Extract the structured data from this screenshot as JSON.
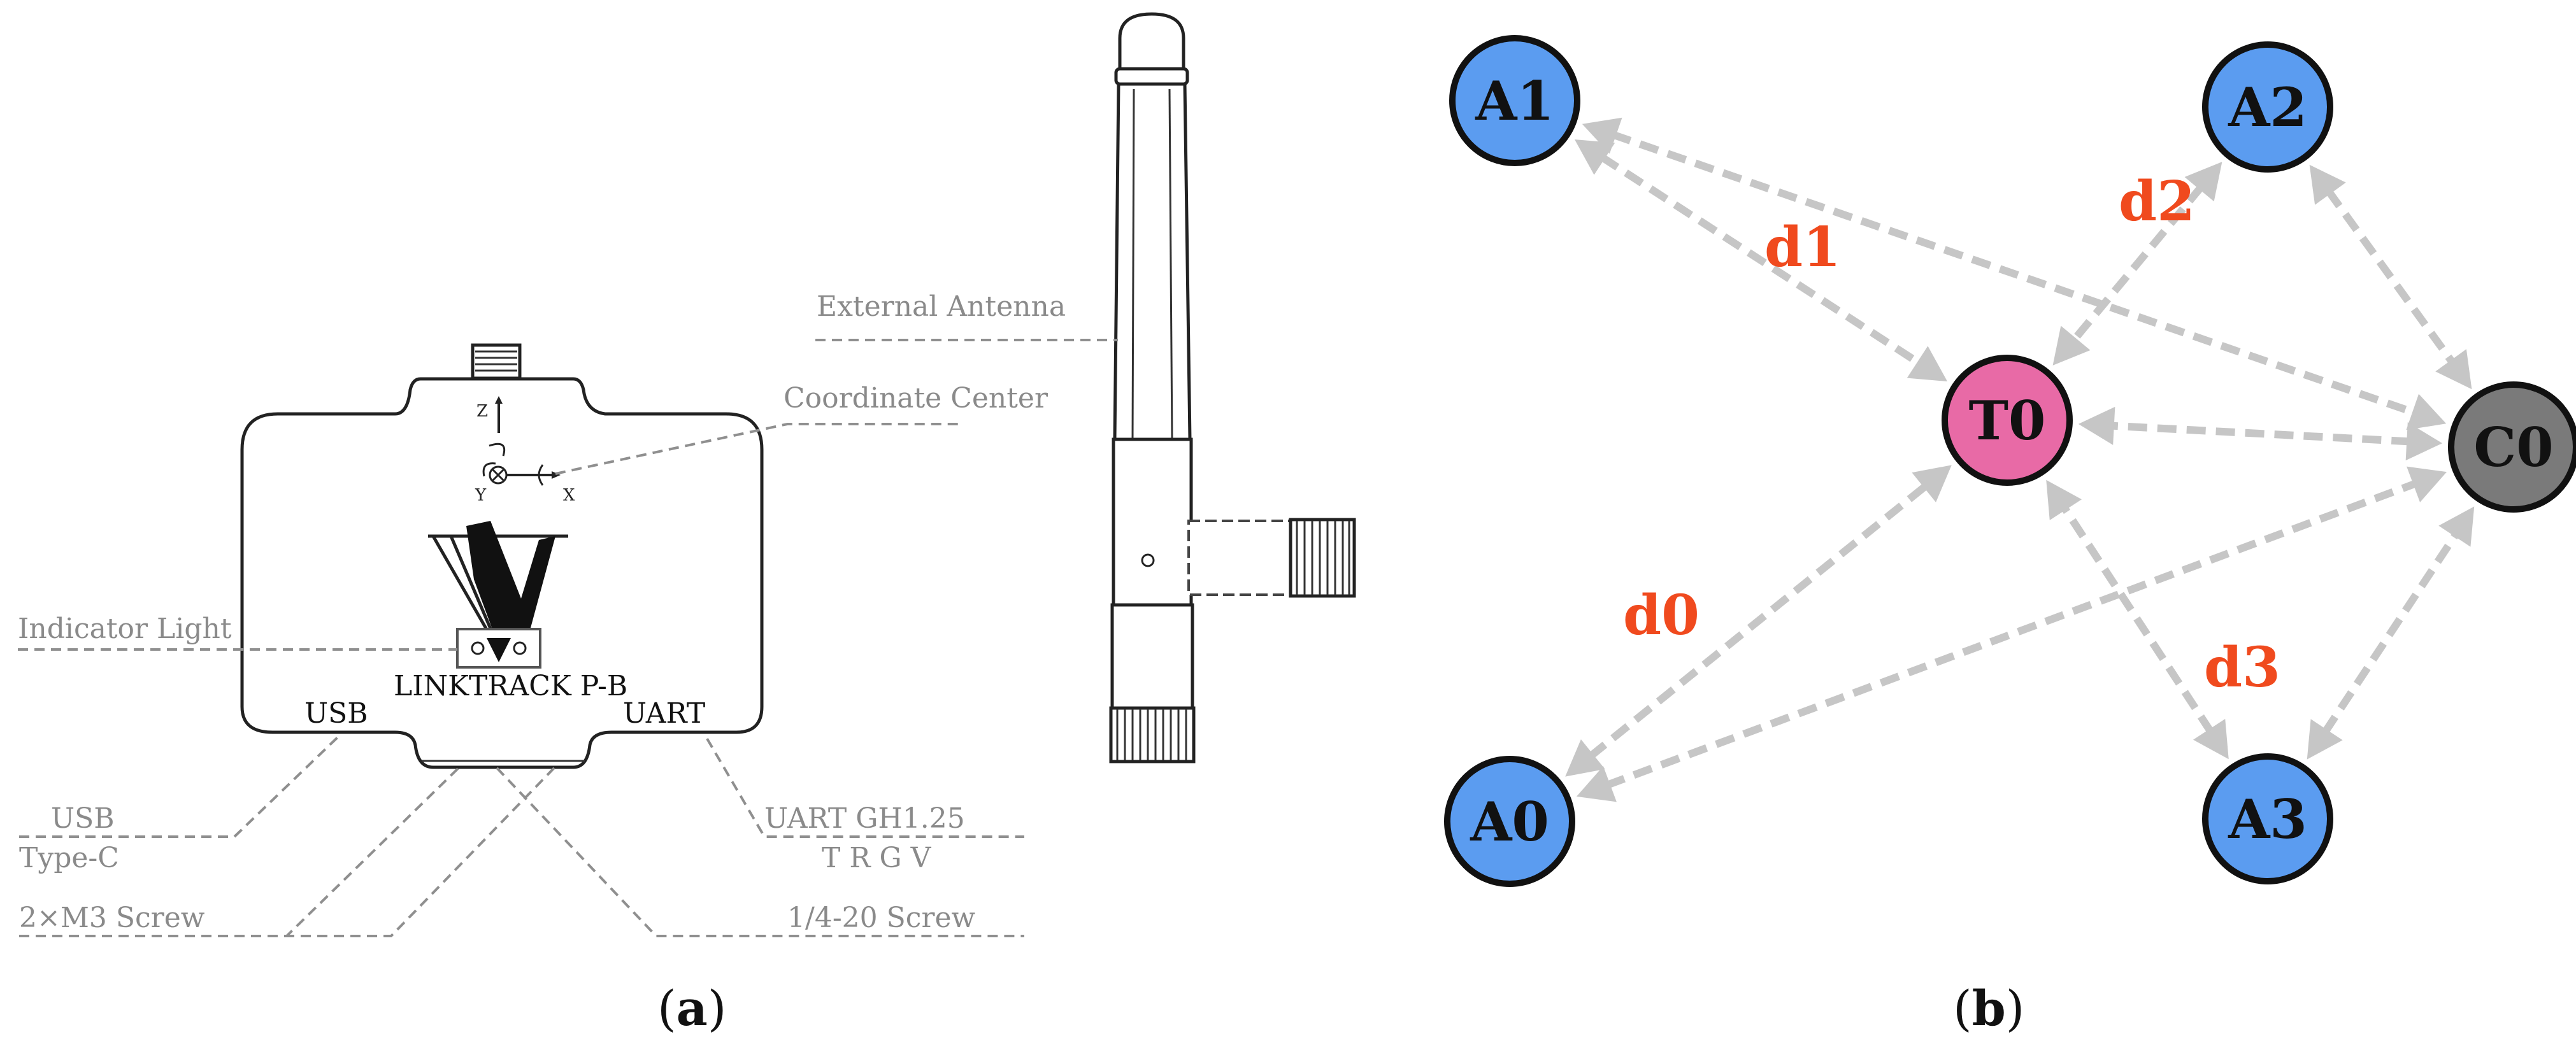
{
  "panel_a": {
    "caption_open": "(",
    "caption_letter": "a",
    "caption_close": ")",
    "device_name": "LINKTRACK P-B",
    "port_usb": "USB",
    "port_uart": "UART",
    "label_external_antenna": "External Antenna",
    "label_coordinate_center": "Coordinate Center",
    "label_indicator_light": "Indicator Light",
    "label_usb": "USB",
    "label_type_c": "Type-C",
    "label_m3_screw": "2×M3  Screw",
    "label_uart_gh": "UART  GH1.25",
    "label_trgv": "T R G V",
    "label_quarter_screw": "1/4-20 Screw",
    "axis_z": "Z",
    "axis_y": "Y",
    "axis_x": "X"
  },
  "panel_b": {
    "caption_open": "(",
    "caption_letter": "b",
    "caption_close": ")",
    "nodes": [
      {
        "id": "A1",
        "label": "A1",
        "color": "#5b9cf0"
      },
      {
        "id": "A2",
        "label": "A2",
        "color": "#5b9cf0"
      },
      {
        "id": "T0",
        "label": "T0",
        "color": "#e86aa6"
      },
      {
        "id": "C0",
        "label": "C0",
        "color": "#7a7a7a"
      },
      {
        "id": "A0",
        "label": "A0",
        "color": "#5b9cf0"
      },
      {
        "id": "A3",
        "label": "A3",
        "color": "#5b9cf0"
      }
    ],
    "edges": [
      {
        "from": "A1",
        "to": "T0"
      },
      {
        "from": "A2",
        "to": "T0"
      },
      {
        "from": "A0",
        "to": "T0"
      },
      {
        "from": "A3",
        "to": "T0"
      },
      {
        "from": "C0",
        "to": "T0"
      },
      {
        "from": "A1",
        "to": "C0"
      },
      {
        "from": "A2",
        "to": "C0"
      },
      {
        "from": "A3",
        "to": "C0"
      },
      {
        "from": "A0",
        "to": "C0"
      }
    ],
    "distances": [
      {
        "label": "d1",
        "color": "#f04a1e"
      },
      {
        "label": "d2",
        "color": "#f04a1e"
      },
      {
        "label": "d0",
        "color": "#f04a1e"
      },
      {
        "label": "d3",
        "color": "#f04a1e"
      }
    ]
  }
}
